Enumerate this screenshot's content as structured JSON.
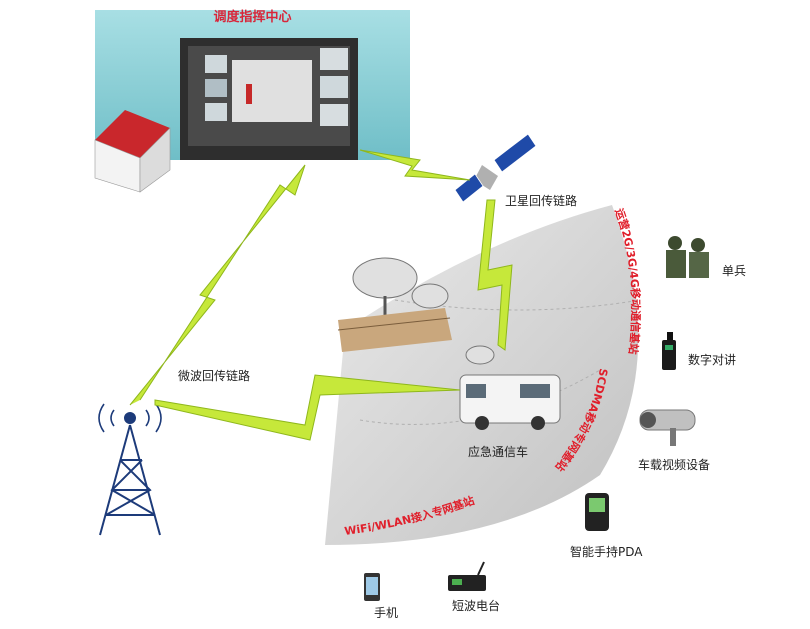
{
  "header": {
    "title": "调度指挥中心"
  },
  "links": {
    "satellite": "卫星回传链路",
    "microwave": "微波回传链路"
  },
  "vehicle": {
    "label": "应急通信车"
  },
  "arcs": {
    "outer": "运营2G/3G/4G移动通信基站",
    "middle": "SCDMA移动专网基站",
    "inner": "WiFi/WLAN接入专网基站"
  },
  "devices": {
    "soldier": "单兵",
    "walkie_talkie": "数字对讲",
    "car_camera": "车载视频设备",
    "pda": "智能手持PDA",
    "phone": "手机",
    "shortwave": "短波电台"
  },
  "colors": {
    "title_red": "#d8263a",
    "arc_text_red": "#e01f2b",
    "link_green": "#c6e83a",
    "fan_gray": "#cfcfcf",
    "tower_blue": "#1d3b7a",
    "building_red": "#c9272c",
    "monitor_teal": "#8ccfd6"
  }
}
